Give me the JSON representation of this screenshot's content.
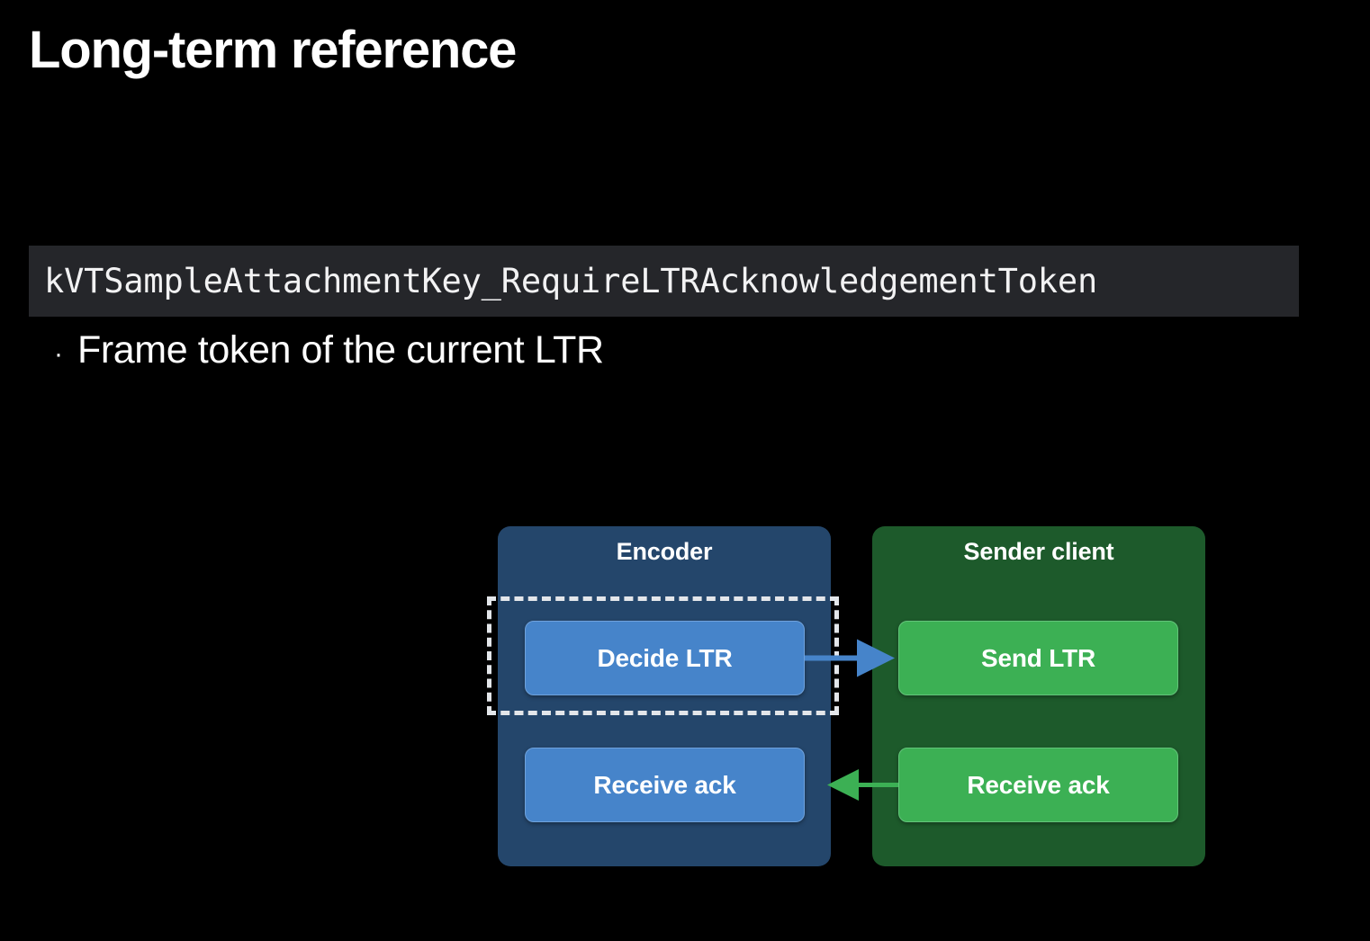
{
  "slide": {
    "title": "Long-term reference"
  },
  "code": {
    "token": "kVTSampleAttachmentKey_RequireLTRAcknowledgementToken",
    "background_color": "#25262a",
    "text_color": "#f2f2f3"
  },
  "bullets": [
    {
      "marker": "·",
      "text": "Frame token of the current LTR"
    }
  ],
  "diagram": {
    "panels": [
      {
        "id": "encoder",
        "title": "Encoder",
        "color": "#24466b",
        "nodes": [
          {
            "id": "decide-ltr",
            "label": "Decide LTR",
            "color": "#4684ca"
          },
          {
            "id": "receive-ack-encoder",
            "label": "Receive ack",
            "color": "#4684ca"
          }
        ]
      },
      {
        "id": "sender-client",
        "title": "Sender client",
        "color": "#1d5a2b",
        "nodes": [
          {
            "id": "send-ltr",
            "label": "Send LTR",
            "color": "#3cb054"
          },
          {
            "id": "receive-ack-sender",
            "label": "Receive ack",
            "color": "#3cb054"
          }
        ]
      }
    ],
    "connectors": [
      {
        "id": "decide-to-send",
        "from": "decide-ltr",
        "to": "send-ltr",
        "direction": "right",
        "color": "#4684ca"
      },
      {
        "id": "sender-ack-to-encoder-ack",
        "from": "receive-ack-sender",
        "to": "receive-ack-encoder",
        "direction": "left",
        "color": "#3cb054"
      }
    ],
    "highlight": {
      "id": "ltr-decision-highlight",
      "style": "dashed",
      "color": "#e3e6ea"
    }
  }
}
